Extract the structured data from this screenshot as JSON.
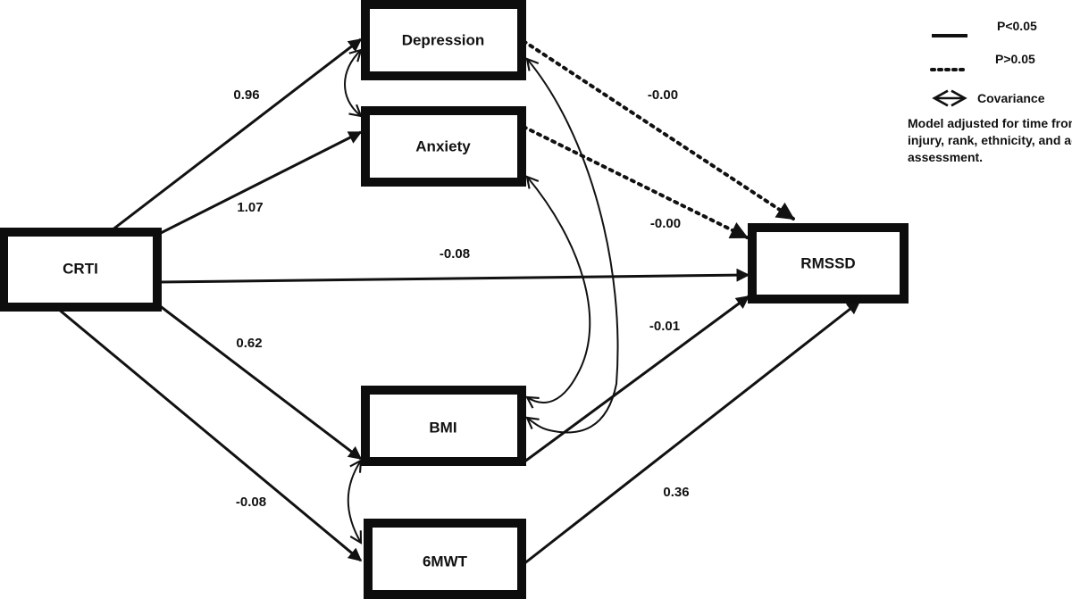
{
  "diagram": {
    "type": "path-model",
    "nodes": [
      {
        "id": "crti",
        "label": "CRTI"
      },
      {
        "id": "depression",
        "label": "Depression"
      },
      {
        "id": "anxiety",
        "label": "Anxiety"
      },
      {
        "id": "bmi",
        "label": "BMI"
      },
      {
        "id": "mwt6",
        "label": "6MWT"
      },
      {
        "id": "rmssd",
        "label": "RMSSD"
      }
    ],
    "paths": [
      {
        "from": "crti",
        "to": "depression",
        "coefficient": "0.96",
        "significant": true
      },
      {
        "from": "crti",
        "to": "anxiety",
        "coefficient": "1.07",
        "significant": true
      },
      {
        "from": "crti",
        "to": "rmssd",
        "coefficient": "-0.08",
        "significant": true
      },
      {
        "from": "crti",
        "to": "bmi",
        "coefficient": "0.62",
        "significant": true
      },
      {
        "from": "crti",
        "to": "mwt6",
        "coefficient": "-0.08",
        "significant": true
      },
      {
        "from": "depression",
        "to": "rmssd",
        "coefficient": "-0.00",
        "significant": false
      },
      {
        "from": "anxiety",
        "to": "rmssd",
        "coefficient": "-0.00",
        "significant": false
      },
      {
        "from": "bmi",
        "to": "rmssd",
        "coefficient": "-0.01",
        "significant": true
      },
      {
        "from": "mwt6",
        "to": "rmssd",
        "coefficient": "0.36",
        "significant": true
      }
    ],
    "covariances": [
      {
        "a": "depression",
        "b": "anxiety"
      },
      {
        "a": "bmi",
        "b": "mwt6"
      },
      {
        "a": "anxiety",
        "b": "bmi"
      },
      {
        "a": "depression",
        "b": "bmi"
      }
    ]
  },
  "legend": {
    "solid_label": "P<0.05",
    "dotted_label": "P>0.05",
    "covariance_label": "Covariance",
    "note_lines": [
      "Model adjusted for time from",
      "injury, rank, ethnicity, and age at",
      "assessment."
    ]
  }
}
